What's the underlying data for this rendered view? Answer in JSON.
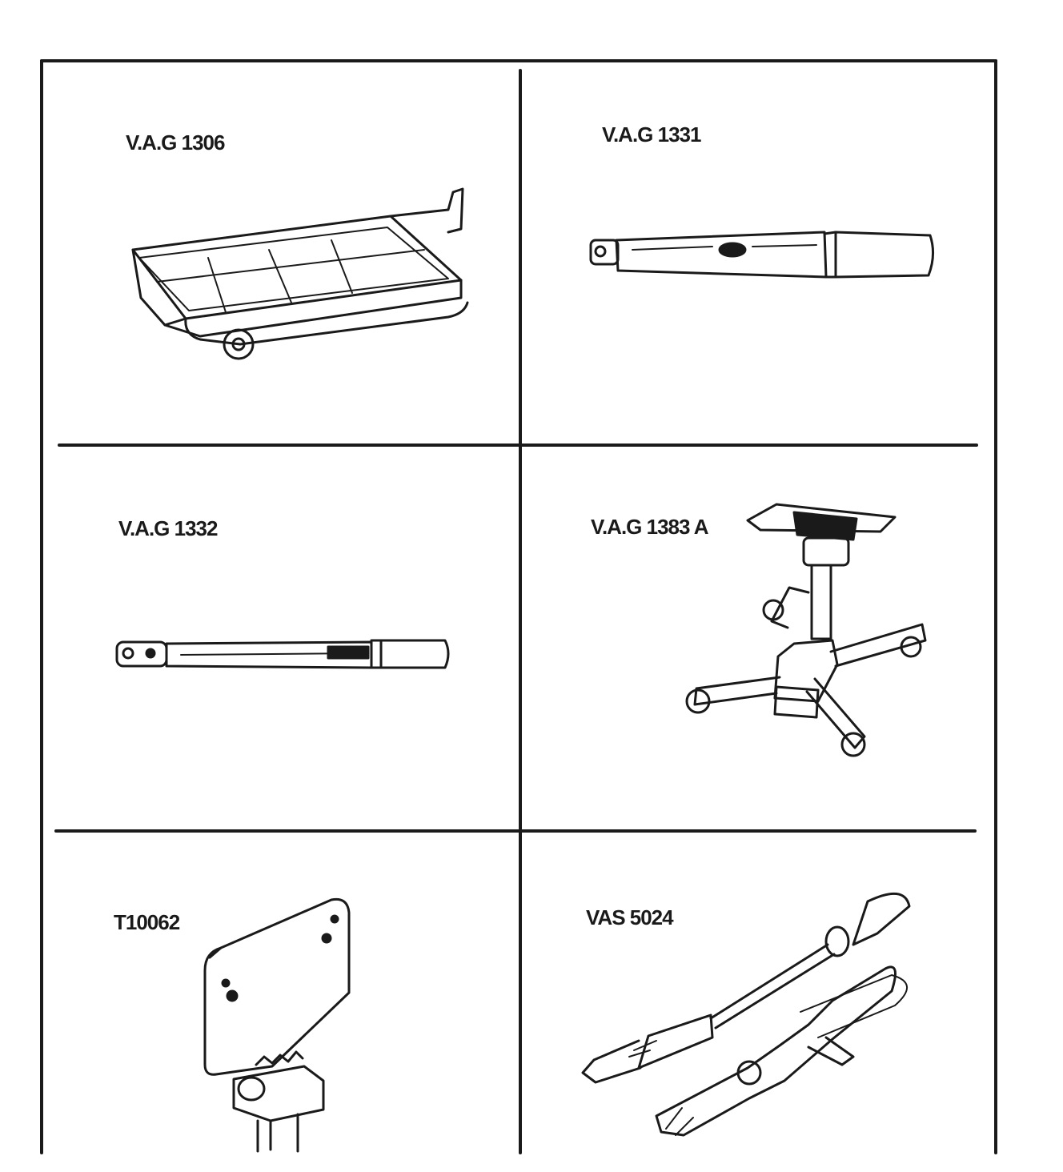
{
  "tools": [
    {
      "id": "vag-1306",
      "label": "V.A.G 1306",
      "icon": "drip-tray-icon"
    },
    {
      "id": "vag-1331",
      "label": "V.A.G 1331",
      "icon": "torque-wrench-icon"
    },
    {
      "id": "vag-1332",
      "label": "V.A.G 1332",
      "icon": "torque-wrench-long-icon"
    },
    {
      "id": "vag-1383a",
      "label": "V.A.G 1383 A",
      "icon": "transmission-jack-icon"
    },
    {
      "id": "t10062",
      "label": "T10062",
      "icon": "locking-plate-icon"
    },
    {
      "id": "vas-5024",
      "label": "VAS 5024",
      "icon": "hose-clip-pliers-icon"
    }
  ],
  "colors": {
    "line": "#1a1a1a",
    "fill": "#ffffff",
    "shade": "#d9d9d9"
  }
}
